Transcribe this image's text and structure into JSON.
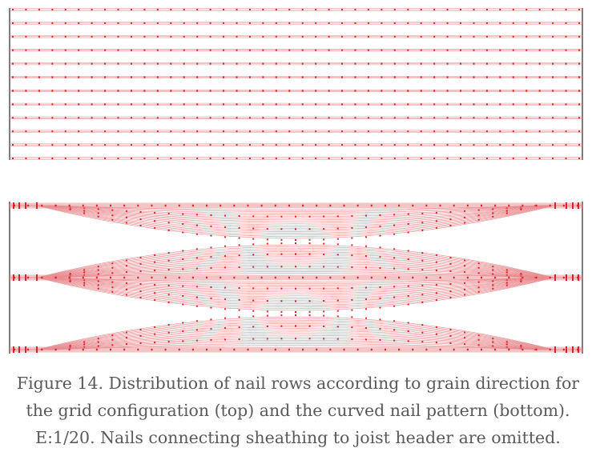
{
  "figure": {
    "caption_lines": [
      "Figure 14. Distribution of nail rows according to grain direction for",
      "the grid configuration (top) and the curved nail pattern (bottom).",
      "E:1/20. Nails connecting sheathing to joist header are omitted."
    ],
    "colors": {
      "nail": "#d8232a",
      "line": "#e98b8f",
      "edge": "#444444"
    },
    "top_panel": {
      "rows": 12,
      "nails_per_row": 44
    },
    "bottom_panel": {
      "straight_rows": 3,
      "curves_per_lens": 18
    }
  }
}
